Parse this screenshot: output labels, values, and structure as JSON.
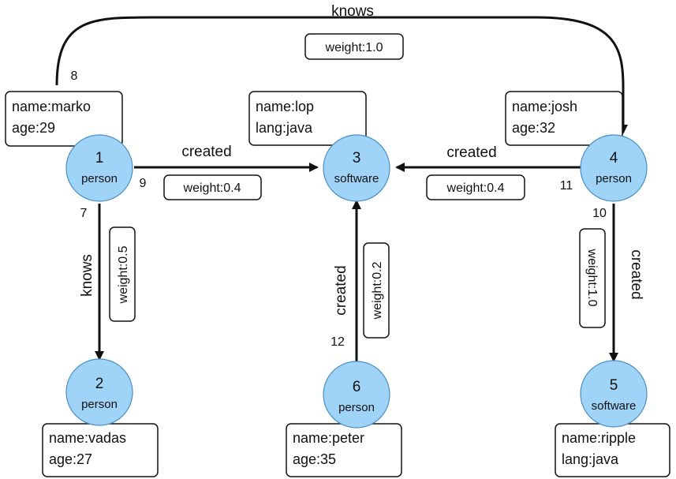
{
  "colors": {
    "node_fill": "#9fd3f7",
    "node_stroke": "#4a8fc4",
    "edge": "#111111",
    "box_fill": "#ffffff"
  },
  "nodes": [
    {
      "id": "1",
      "type": "person",
      "props": [
        "name:marko",
        "age:29"
      ]
    },
    {
      "id": "2",
      "type": "person",
      "props": [
        "name:vadas",
        "age:27"
      ]
    },
    {
      "id": "3",
      "type": "software",
      "props": [
        "name:lop",
        "lang:java"
      ]
    },
    {
      "id": "4",
      "type": "person",
      "props": [
        "name:josh",
        "age:32"
      ]
    },
    {
      "id": "5",
      "type": "software",
      "props": [
        "name:ripple",
        "lang:java"
      ]
    },
    {
      "id": "6",
      "type": "person",
      "props": [
        "name:peter",
        "age:35"
      ]
    }
  ],
  "edges": [
    {
      "id": "7",
      "label": "knows",
      "weight": "weight:0.5",
      "from": "1",
      "to": "2"
    },
    {
      "id": "8",
      "label": "knows",
      "weight": "weight:1.0",
      "from": "1",
      "to": "4"
    },
    {
      "id": "9",
      "label": "created",
      "weight": "weight:0.4",
      "from": "1",
      "to": "3"
    },
    {
      "id": "10",
      "label": "created",
      "weight": "weight:1.0",
      "from": "4",
      "to": "5"
    },
    {
      "id": "11",
      "label": "created",
      "weight": "weight:0.4",
      "from": "4",
      "to": "3"
    },
    {
      "id": "12",
      "label": "created",
      "weight": "weight:0.2",
      "from": "6",
      "to": "3"
    }
  ]
}
